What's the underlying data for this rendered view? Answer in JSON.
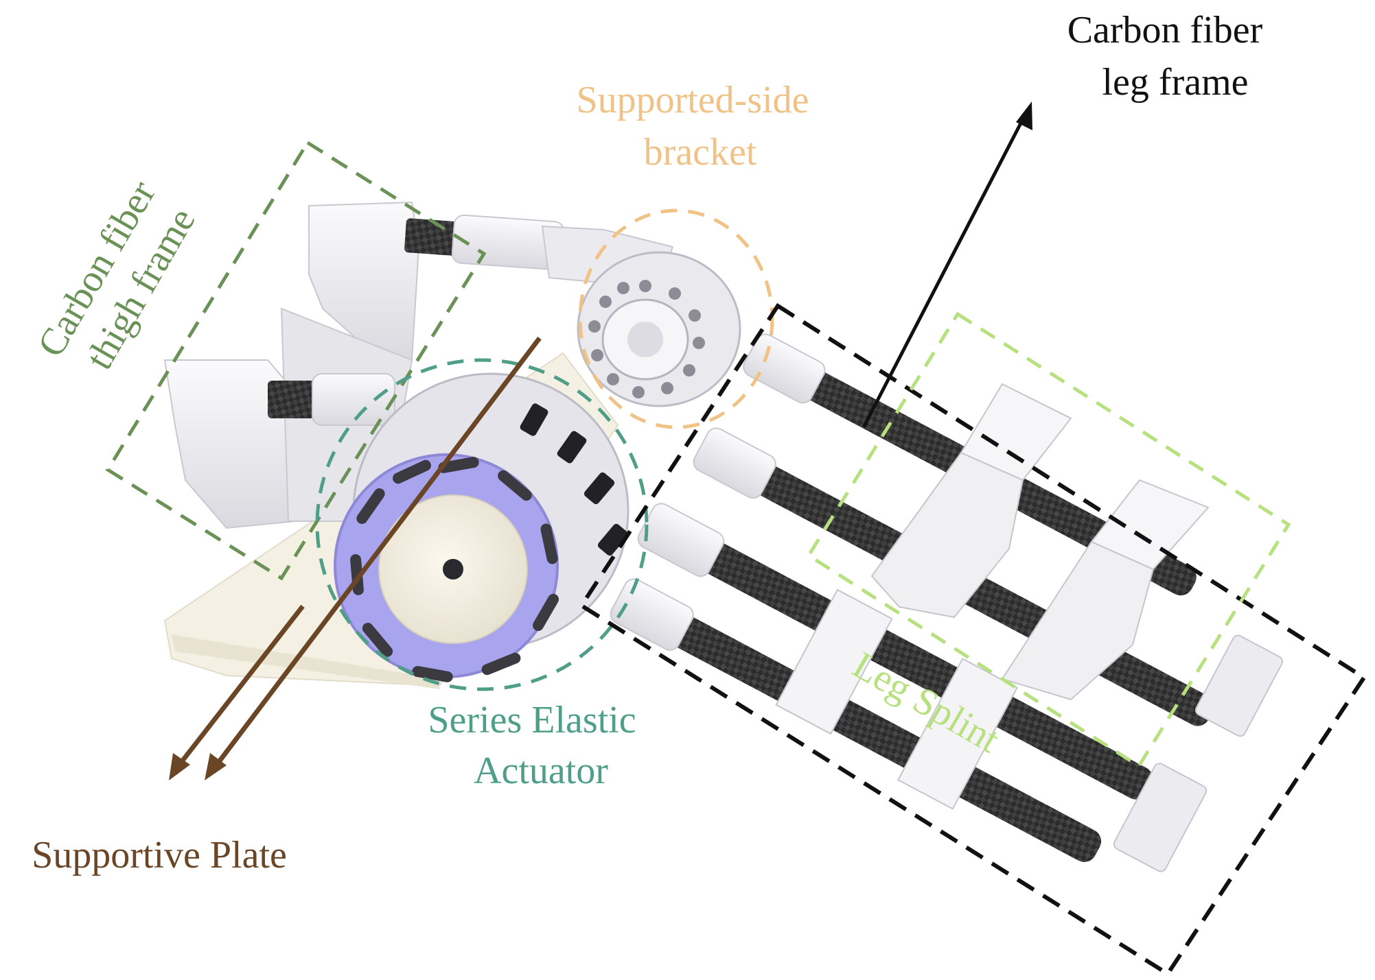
{
  "labels": {
    "carbon_leg_frame": [
      "Carbon fiber",
      "leg frame"
    ],
    "supported_bracket": [
      "Supported-side",
      "bracket"
    ],
    "carbon_thigh_frame": [
      "Carbon fiber",
      "thigh frame"
    ],
    "series_elastic_actuator": [
      "Series Elastic",
      "Actuator"
    ],
    "leg_splint": "Leg Splint",
    "supportive_plate": "Supportive Plate"
  },
  "colors": {
    "leg_frame": "#111111",
    "bracket": "#f0c285",
    "thigh_frame": "#6a9256",
    "actuator": "#4e9e88",
    "leg_splint": "#b7e07e",
    "supportive_plate": "#6b4626",
    "actuator_face": "#a9a4ee",
    "body_white": "#eeeef1",
    "carbon_rod": "#2d2d2d",
    "plate": "#f3efe2"
  }
}
